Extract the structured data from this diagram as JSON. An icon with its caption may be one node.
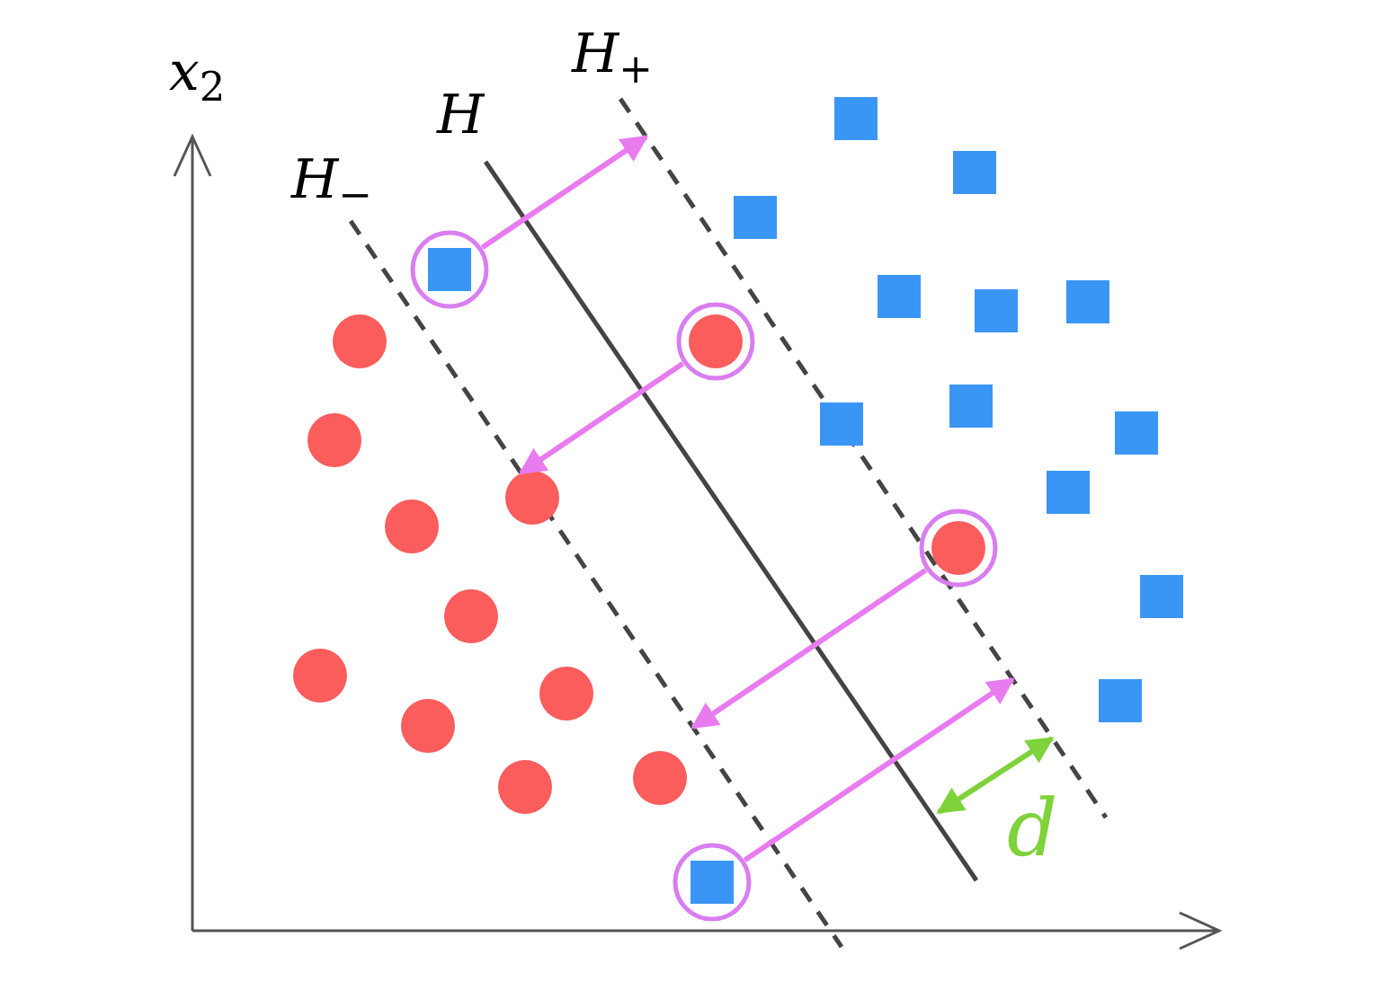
{
  "diagram": {
    "nodes": [
      {
        "text": [],
        "shape": "circle"
      },
      {
        "text": [],
        "shape": "circle"
      },
      {
        "text": [],
        "shape": "circle"
      },
      {
        "text": [],
        "shape": "circle"
      }
    ],
    "edges": [
      {
        "from": 0,
        "to": null,
        "arrow": "to"
      },
      {
        "from": 1,
        "to": null,
        "arrow": "to"
      },
      {
        "from": 2,
        "to": null,
        "arrow": "to"
      },
      {
        "from": 3,
        "to": null,
        "arrow": "to"
      }
    ],
    "labels": [
      "*x*$_{2}$",
      "*H*$_{+}$",
      "*H*",
      "*H*$_{−}$",
      "d"
    ]
  }
}
